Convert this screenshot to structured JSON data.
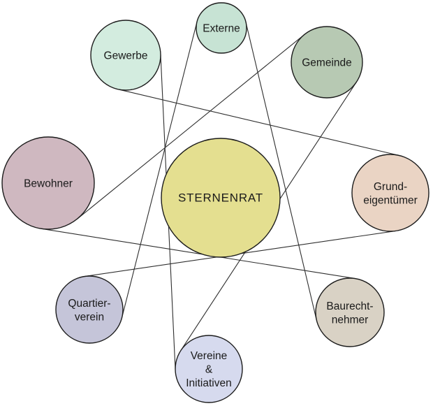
{
  "diagram": {
    "title": "Sternenrat stakeholder diagram",
    "background": "#ffffff",
    "line_color": "#2e2e2e",
    "stroke_color": "#1c1c1c",
    "text_color": "#1a1a1a",
    "center": {
      "id": "sternenrat",
      "label": "STERNENRAT",
      "fill": "#e4df90"
    },
    "nodes": [
      {
        "id": "externe",
        "label_lines": [
          "Externe"
        ],
        "fill": "#c7e3d4"
      },
      {
        "id": "gewerbe",
        "label_lines": [
          "Gewerbe"
        ],
        "fill": "#d3ecdf"
      },
      {
        "id": "gemeinde",
        "label_lines": [
          "Gemeinde"
        ],
        "fill": "#b7c9b3"
      },
      {
        "id": "bewohner",
        "label_lines": [
          "Bewohner"
        ],
        "fill": "#cfb8c0"
      },
      {
        "id": "grundeigentuemer",
        "label_lines": [
          "Grund-",
          "eigentümer"
        ],
        "fill": "#ead4c4"
      },
      {
        "id": "baurechtnehmer",
        "label_lines": [
          "Baurecht-",
          "nehmer"
        ],
        "fill": "#d9d2c5"
      },
      {
        "id": "vereine_initiativen",
        "label_lines": [
          "Vereine",
          "&",
          "Initiativen"
        ],
        "fill": "#d6daee"
      },
      {
        "id": "quartierverein",
        "label_lines": [
          "Quartier-",
          "verein"
        ],
        "fill": "#c5c5d9"
      }
    ],
    "connections": [
      {
        "from": "externe",
        "to": "baurechtnehmer"
      },
      {
        "from": "baurechtnehmer",
        "to": "bewohner"
      },
      {
        "from": "bewohner",
        "to": "gemeinde"
      },
      {
        "from": "gemeinde",
        "to": "vereine_initiativen"
      },
      {
        "from": "vereine_initiativen",
        "to": "gewerbe"
      },
      {
        "from": "gewerbe",
        "to": "grundeigentuemer"
      },
      {
        "from": "grundeigentuemer",
        "to": "quartierverein"
      },
      {
        "from": "quartierverein",
        "to": "externe"
      }
    ]
  }
}
